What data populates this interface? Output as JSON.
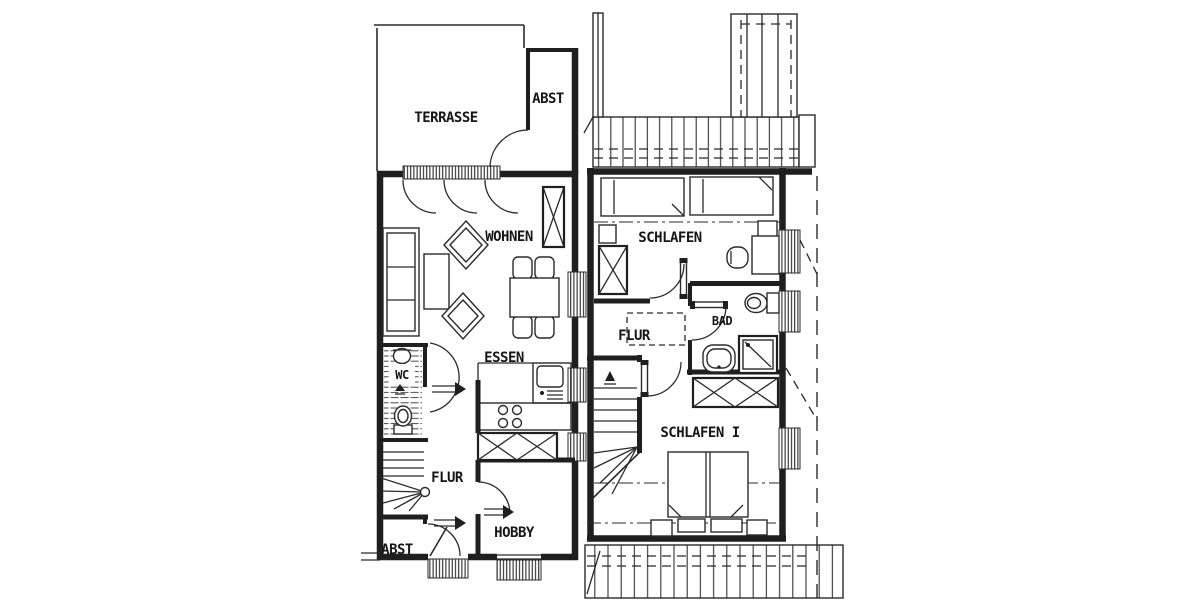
{
  "plan": {
    "background": "#ffffff",
    "ink": "#1f1f1f",
    "floors": {
      "ground": {
        "name": "ground-floor-plan",
        "rooms": {
          "terrasse": "TERRASSE",
          "abst_top": "ABST",
          "wohnen": "WOHNEN",
          "essen": "ESSEN",
          "wc": "WC",
          "flur": "FLUR",
          "hobby": "HOBBY",
          "abst_bottom": "ABST"
        }
      },
      "attic": {
        "name": "attic-floor-plan",
        "rooms": {
          "schlafen": "SCHLAFEN",
          "flur": "FLUR",
          "bad": "BAD",
          "schlafen_1": "SCHLAFEN I"
        }
      }
    }
  }
}
